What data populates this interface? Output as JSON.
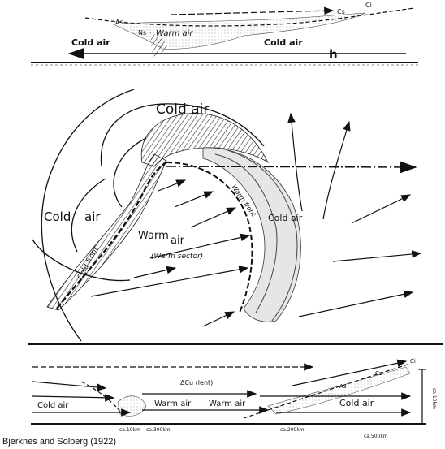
{
  "top_section": {
    "label_ci": "Ci",
    "label_cs": "Cs",
    "label_as": "As",
    "label_ns": "Ns",
    "label_warm": "Warm air",
    "label_cold_left": "Cold air",
    "label_cold_right": "Cold air",
    "label_h": "h"
  },
  "plan_view": {
    "label_cold_top": "Cold air",
    "label_cold_left_1": "Cold",
    "label_cold_left_2": "air",
    "label_cold_right": "Cold air",
    "label_warm_1": "Warm",
    "label_warm_2": "air",
    "label_warm_sector": "(Warm sector)",
    "label_cold_front": "Cold front",
    "label_warm_front": "Warm front"
  },
  "bottom_section": {
    "label_cu": "ΔCu (lent)",
    "label_cold_left": "Cold air",
    "label_warm_1": "Warm air",
    "label_warm_2": "Warm air",
    "label_cold_right": "Cold air",
    "label_ci": "Ci",
    "label_cs": "Cs",
    "label_as": "As",
    "label_scale_1": "ca.10km",
    "label_scale_2": "ca.300km",
    "label_scale_3": "ca.200km",
    "label_scale_4": "ca.500km",
    "label_height": "ca 10km"
  },
  "caption": "Bjerknes and Solberg (1922)"
}
